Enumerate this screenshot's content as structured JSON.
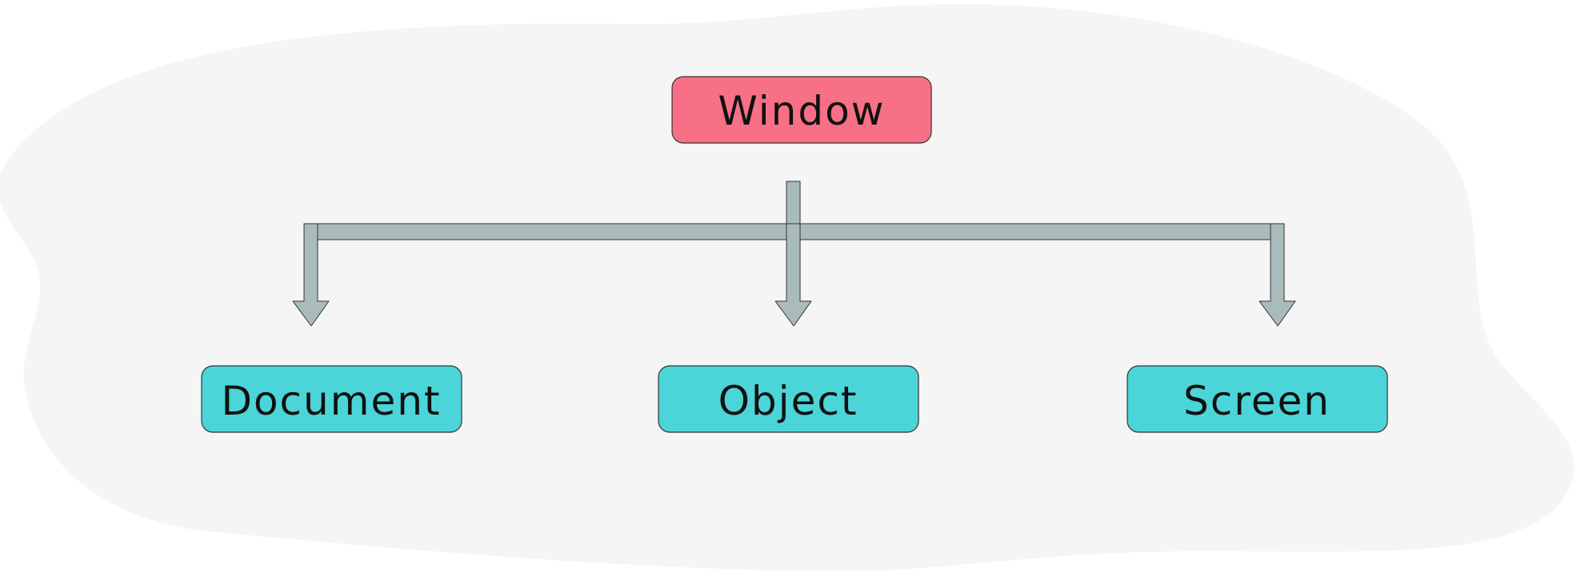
{
  "diagram": {
    "colors": {
      "background_blob": "#f4f5f4",
      "root_fill": "#f87085",
      "child_fill": "#4bd5d8",
      "connector_fill": "#aabbbb",
      "outline": "#333333"
    },
    "root": {
      "label": "Window"
    },
    "children": [
      {
        "label": "Document"
      },
      {
        "label": "Object"
      },
      {
        "label": "Screen"
      }
    ]
  }
}
